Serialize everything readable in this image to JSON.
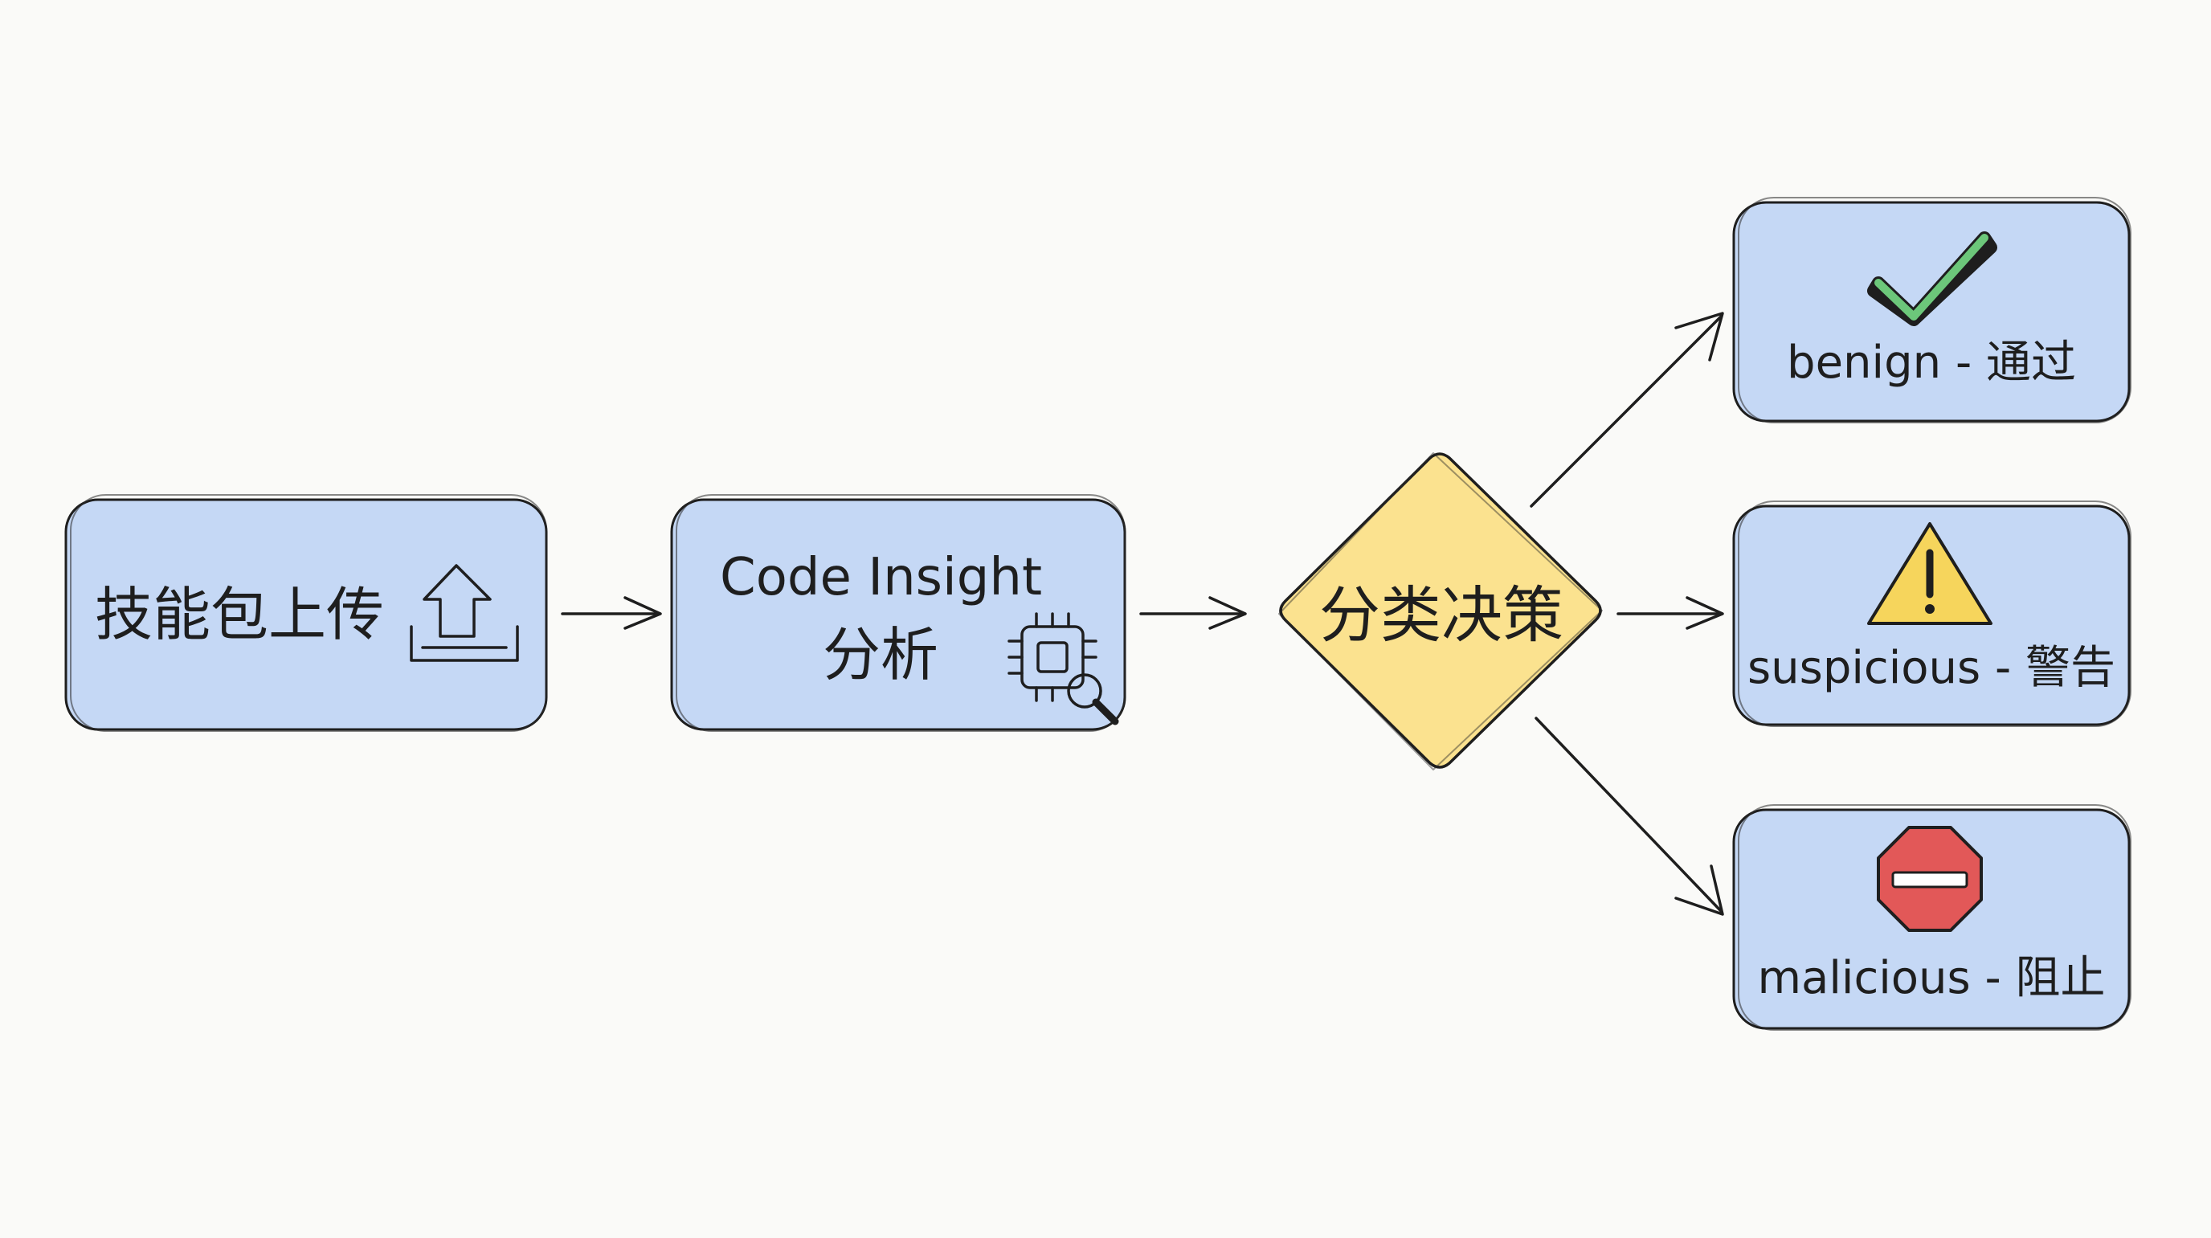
{
  "diagram": {
    "nodes": {
      "upload": {
        "label": "技能包上传",
        "icon": "upload-icon"
      },
      "analysis": {
        "label_line1": "Code Insight",
        "label_line2": "分析",
        "icon": "chip-magnifier-icon"
      },
      "decision": {
        "label": "分类决策"
      },
      "benign": {
        "label": "benign - 通过",
        "icon": "checkmark-icon"
      },
      "suspicious": {
        "label": "suspicious - 警告",
        "icon": "warning-icon"
      },
      "malicious": {
        "label": "malicious - 阻止",
        "icon": "stop-icon"
      }
    },
    "edges": [
      {
        "from": "upload",
        "to": "analysis"
      },
      {
        "from": "analysis",
        "to": "decision"
      },
      {
        "from": "decision",
        "to": "benign"
      },
      {
        "from": "decision",
        "to": "suspicious"
      },
      {
        "from": "decision",
        "to": "malicious"
      }
    ],
    "colors": {
      "box_fill": "#c5d8f5",
      "decision_fill": "#fbe28f",
      "check": "#6cc77a",
      "warning": "#f6d55c",
      "stop": "#e25858",
      "stroke": "#1e1e1e"
    }
  }
}
